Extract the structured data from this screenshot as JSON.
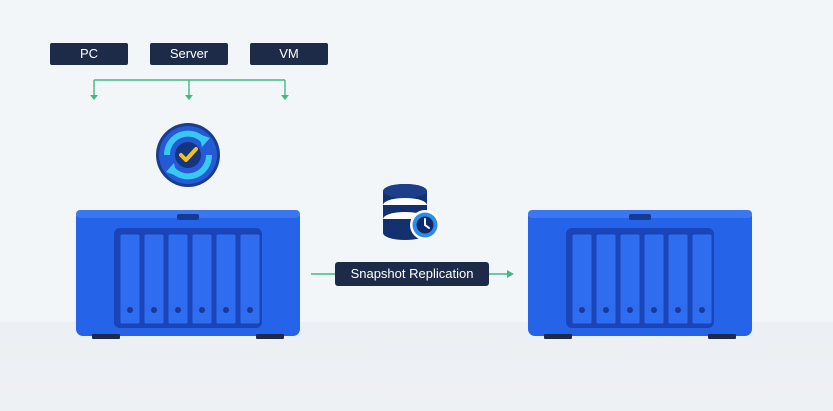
{
  "sources": [
    {
      "label": "PC"
    },
    {
      "label": "Server"
    },
    {
      "label": "VM"
    }
  ],
  "replication": {
    "label": "Snapshot Replication"
  },
  "icons": {
    "backup_app": "backup-check-icon",
    "replication": "database-clock-icon",
    "nas_source": "nas-device-icon",
    "nas_target": "nas-device-icon"
  },
  "colors": {
    "background": "#f3f6f9",
    "label_bg": "#1e2b48",
    "arrow": "#3dbb86",
    "nas_blue": "#2563e8",
    "nas_dark": "#1a44b8"
  }
}
